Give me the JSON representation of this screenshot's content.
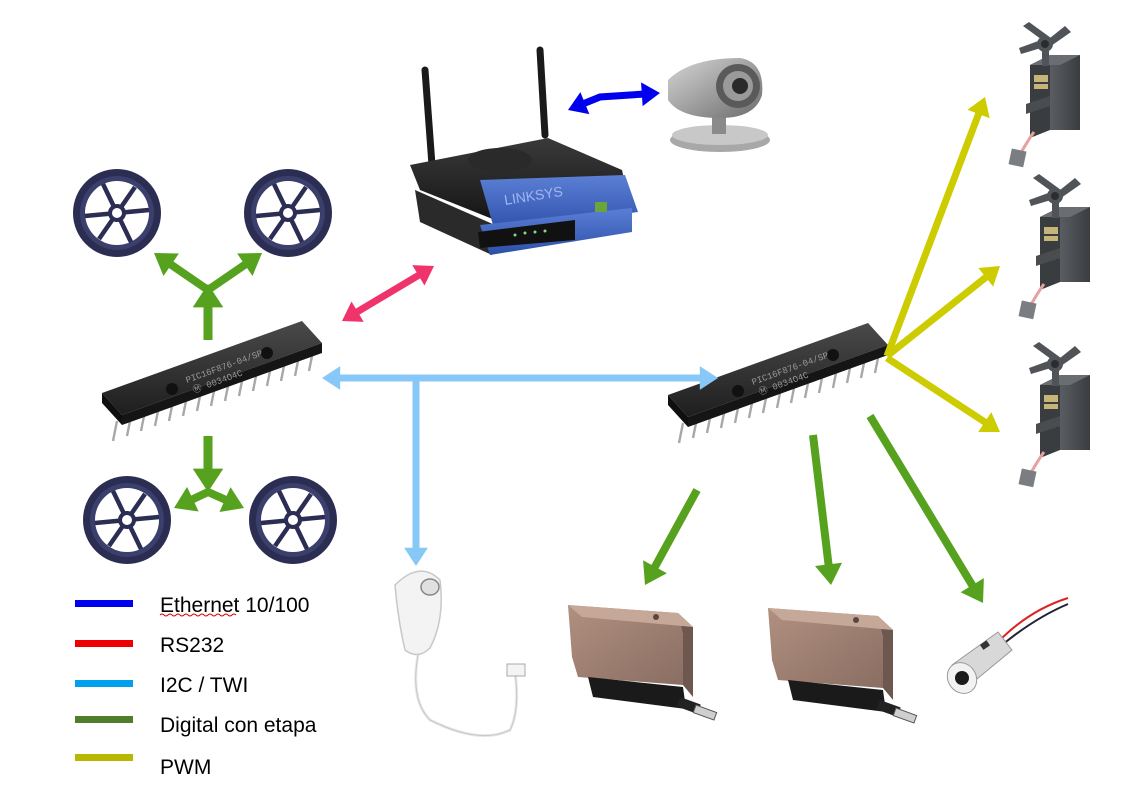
{
  "title": "Diagrama de conexiones del robot",
  "colors": {
    "ethernet": "#0000ee",
    "rs232": "#ee0000",
    "rs232_arrow": "#f0336a",
    "i2c": "#00a0ee",
    "i2c_arrow": "#88c8f8",
    "digital": "#4f7d2a",
    "digital_arrow": "#56a21e",
    "pwm": "#b8b800",
    "pwm_arrow": "#cccc00"
  },
  "legend": [
    {
      "key": "ethernet",
      "label": "Ethernet 10/100"
    },
    {
      "key": "rs232",
      "label": "RS232"
    },
    {
      "key": "i2c",
      "label": "I2C / TWI"
    },
    {
      "key": "digital",
      "label": "Digital con etapa"
    },
    {
      "key": "pwm",
      "label": "PWM"
    }
  ],
  "components": {
    "router": {
      "brand": "LINKSYS",
      "type": "Wireless-G router"
    },
    "camera": {
      "type": "IP webcam"
    },
    "mcu_left": {
      "part": "PIC16F876-04/SP",
      "lot": "0034O4C"
    },
    "mcu_right": {
      "part": "PIC16F876-04/SP",
      "lot": "0034O4C"
    },
    "wheels": [
      "wheel-1",
      "wheel-2",
      "wheel-3",
      "wheel-4"
    ],
    "nunchuk": {
      "type": "Wii Nunchuk"
    },
    "servos": [
      "servo-1",
      "servo-2",
      "servo-3"
    ],
    "linear_actuators": [
      "actuator-1",
      "actuator-2"
    ],
    "laser": {
      "type": "Laser diode module"
    }
  },
  "connections": [
    {
      "from": "router",
      "to": "camera",
      "type": "ethernet"
    },
    {
      "from": "mcu_left",
      "to": "router",
      "type": "rs232"
    },
    {
      "from": "mcu_left",
      "to": "mcu_right",
      "type": "i2c"
    },
    {
      "from": "i2c_bus",
      "to": "nunchuk",
      "type": "i2c"
    },
    {
      "from": "mcu_left",
      "to": "wheels",
      "type": "digital"
    },
    {
      "from": "mcu_right",
      "to": "linear_actuators",
      "type": "digital"
    },
    {
      "from": "mcu_right",
      "to": "laser",
      "type": "digital"
    },
    {
      "from": "mcu_right",
      "to": "servos",
      "type": "pwm"
    }
  ]
}
